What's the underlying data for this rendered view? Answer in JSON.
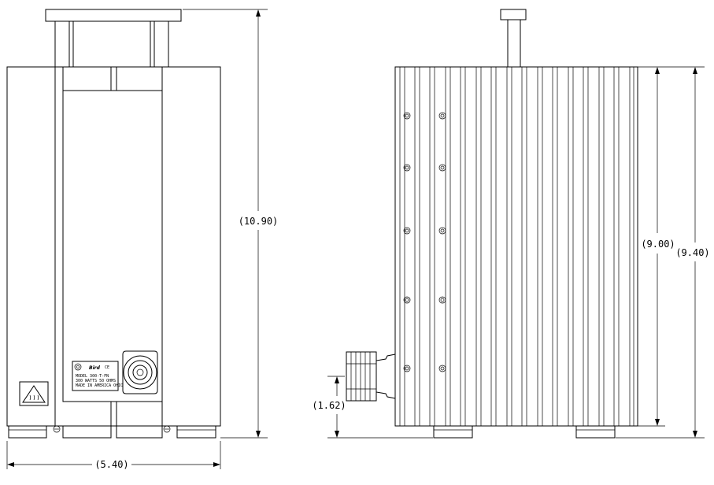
{
  "front_view": {
    "height_dim": "(10.90)",
    "width_dim": "(5.40)",
    "nameplate": {
      "brand": "Bird",
      "ce_mark": "CE",
      "line1": "MODEL 300-T-FN",
      "line2": "300 WATTS  50 OHMS",
      "line3": "MADE IN AMERICA  OHIO"
    },
    "warning_icon": "hot-surface-warning-icon"
  },
  "side_view": {
    "inner_height_dim": "(9.00)",
    "outer_height_dim": "(9.40)",
    "connector_height_dim": "(1.62)"
  }
}
